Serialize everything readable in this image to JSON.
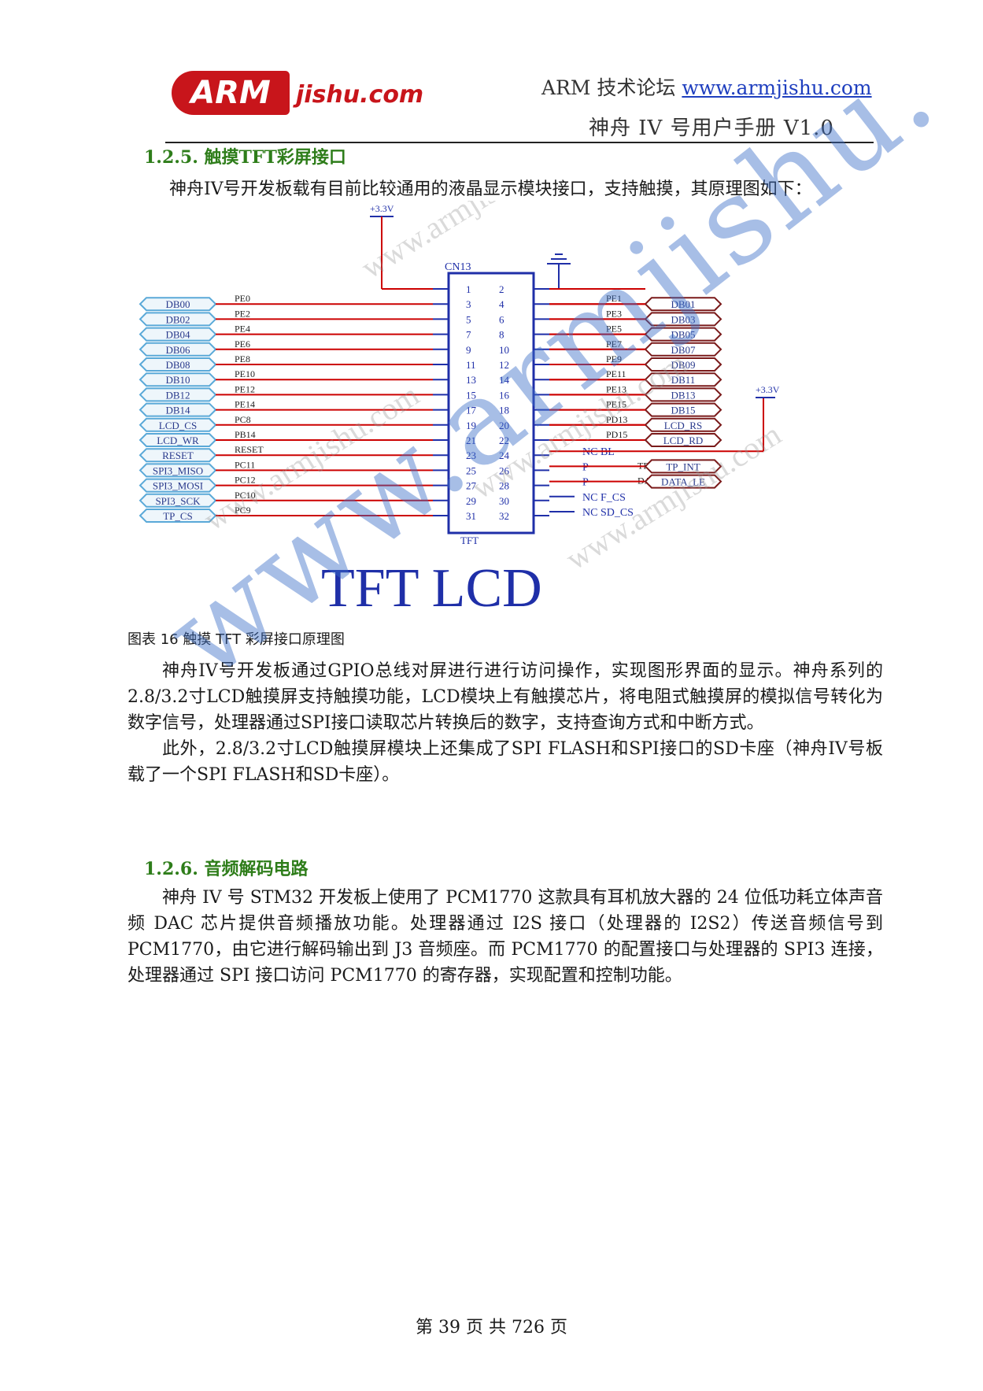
{
  "header": {
    "logo_badge": "ARM",
    "logo_text": "jishu.com",
    "site_prefix": "ARM 技术论坛 ",
    "site_url": "www.armjishu.com",
    "manual_title": "神舟 IV 号用户手册 V1.0"
  },
  "section_125": {
    "heading": "1.2.5. 触摸TFT彩屏接口",
    "intro": "神舟IV号开发板载有目前比较通用的液晶显示模块接口，支持触摸，其原理图如下："
  },
  "schematic": {
    "power_label": "+3.3V",
    "connector_name": "CN13",
    "connector_footer": "TFT",
    "big_title": "TFT LCD",
    "watermark": "www.armjishu.com",
    "left_nets": [
      "DB00",
      "DB02",
      "DB04",
      "DB06",
      "DB08",
      "DB10",
      "DB12",
      "DB14",
      "LCD_CS",
      "LCD_WR",
      "RESET",
      "SPI3_MISO",
      "SPI3_MOSI",
      "SPI3_SCK",
      "TP_CS"
    ],
    "left_pins_labels": [
      "PE0",
      "PE2",
      "PE4",
      "PE6",
      "PE8",
      "PE10",
      "PE12",
      "PE14",
      "PC8",
      "PB14",
      "RESET",
      "PC11",
      "PC12",
      "PC10",
      "PC9"
    ],
    "odd_pins": [
      "1",
      "3",
      "5",
      "7",
      "9",
      "11",
      "13",
      "15",
      "17",
      "19",
      "21",
      "23",
      "25",
      "27",
      "29",
      "31"
    ],
    "even_pins": [
      "2",
      "4",
      "6",
      "8",
      "10",
      "12",
      "14",
      "16",
      "18",
      "20",
      "22",
      "24",
      "26",
      "28",
      "30",
      "32"
    ],
    "right_pin_labels": [
      "PE1",
      "PE3",
      "PE5",
      "PE7",
      "PE9",
      "PE11",
      "PE13",
      "PE15",
      "PD13",
      "PD15"
    ],
    "right_nets": [
      "DB01",
      "DB03",
      "DB05",
      "DB07",
      "DB09",
      "DB11",
      "DB13",
      "DB15",
      "LCD_RS",
      "LCD_RD"
    ],
    "nc_labels": [
      "NC",
      "BL",
      "P",
      "TP_INT",
      "P",
      "DATA_LE",
      "NC",
      "F_CS",
      "NC",
      "SD_CS"
    ],
    "right_extra_nets": [
      "TP_INT",
      "DATA_LE"
    ]
  },
  "caption": "图表 16 触摸 TFT 彩屏接口原理图",
  "paragraphs_125": [
    "神舟IV号开发板通过GPIO总线对屏进行进行访问操作，实现图形界面的显示。神舟系列的2.8/3.2寸LCD触摸屏支持触摸功能，LCD模块上有触摸芯片，将电阻式触摸屏的模拟信号转化为数字信号，处理器通过SPI接口读取芯片转换后的数字，支持查询方式和中断方式。",
    "此外，2.8/3.2寸LCD触摸屏模块上还集成了SPI FLASH和SPI接口的SD卡座（神舟IV号板载了一个SPI FLASH和SD卡座）。"
  ],
  "section_126": {
    "heading": "1.2.6. 音频解码电路",
    "paragraph": "神舟 IV 号 STM32 开发板上使用了 PCM1770 这款具有耳机放大器的 24 位低功耗立体声音频 DAC 芯片提供音频播放功能。处理器通过 I2S 接口（处理器的 I2S2）传送音频信号到 PCM1770，由它进行解码输出到 J3 音频座。而 PCM1770 的配置接口与处理器的 SPI3 连接，处理器通过 SPI 接口访问 PCM1770 的寄存器，实现配置和控制功能。"
  },
  "page_watermark": "www.armjishu.",
  "footer": "第 39 页 共 726 页",
  "colors": {
    "heading": "#2e7d1a",
    "wire": "#cc0000",
    "schematic_blue": "#1f2fa8",
    "net_fill": "#eef6fb"
  }
}
